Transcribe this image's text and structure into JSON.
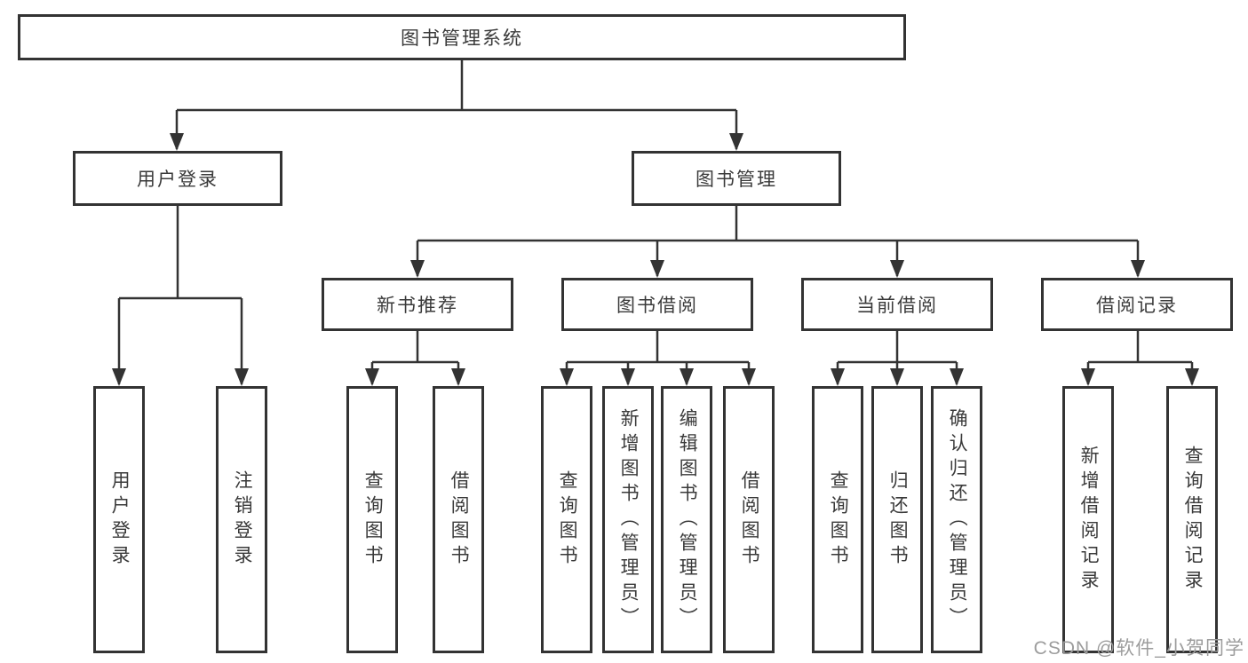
{
  "diagram": {
    "type": "hierarchy-tree",
    "colors": {
      "line": "#333333",
      "text": "#3a3a3a",
      "box_bg": "#ffffff",
      "watermark": "#9c9c9c"
    },
    "root": {
      "label": "图书管理系统"
    },
    "branches": [
      {
        "label": "用户登录",
        "children": [
          {
            "label": "用户登录"
          },
          {
            "label": "注销登录"
          }
        ]
      },
      {
        "label": "图书管理",
        "children": [
          {
            "label": "新书推荐",
            "children": [
              {
                "label": "查询图书"
              },
              {
                "label": "借阅图书"
              }
            ]
          },
          {
            "label": "图书借阅",
            "children": [
              {
                "label": "查询图书"
              },
              {
                "label": "新增图书（管理员）"
              },
              {
                "label": "编辑图书（管理员）"
              },
              {
                "label": "借阅图书"
              }
            ]
          },
          {
            "label": "当前借阅",
            "children": [
              {
                "label": "查询图书"
              },
              {
                "label": "归还图书"
              },
              {
                "label": "确认归还（管理员）"
              }
            ]
          },
          {
            "label": "借阅记录",
            "children": [
              {
                "label": "新增借阅记录"
              },
              {
                "label": "查询借阅记录"
              }
            ]
          }
        ]
      }
    ],
    "watermark": "CSDN @软件_小贺同学"
  }
}
